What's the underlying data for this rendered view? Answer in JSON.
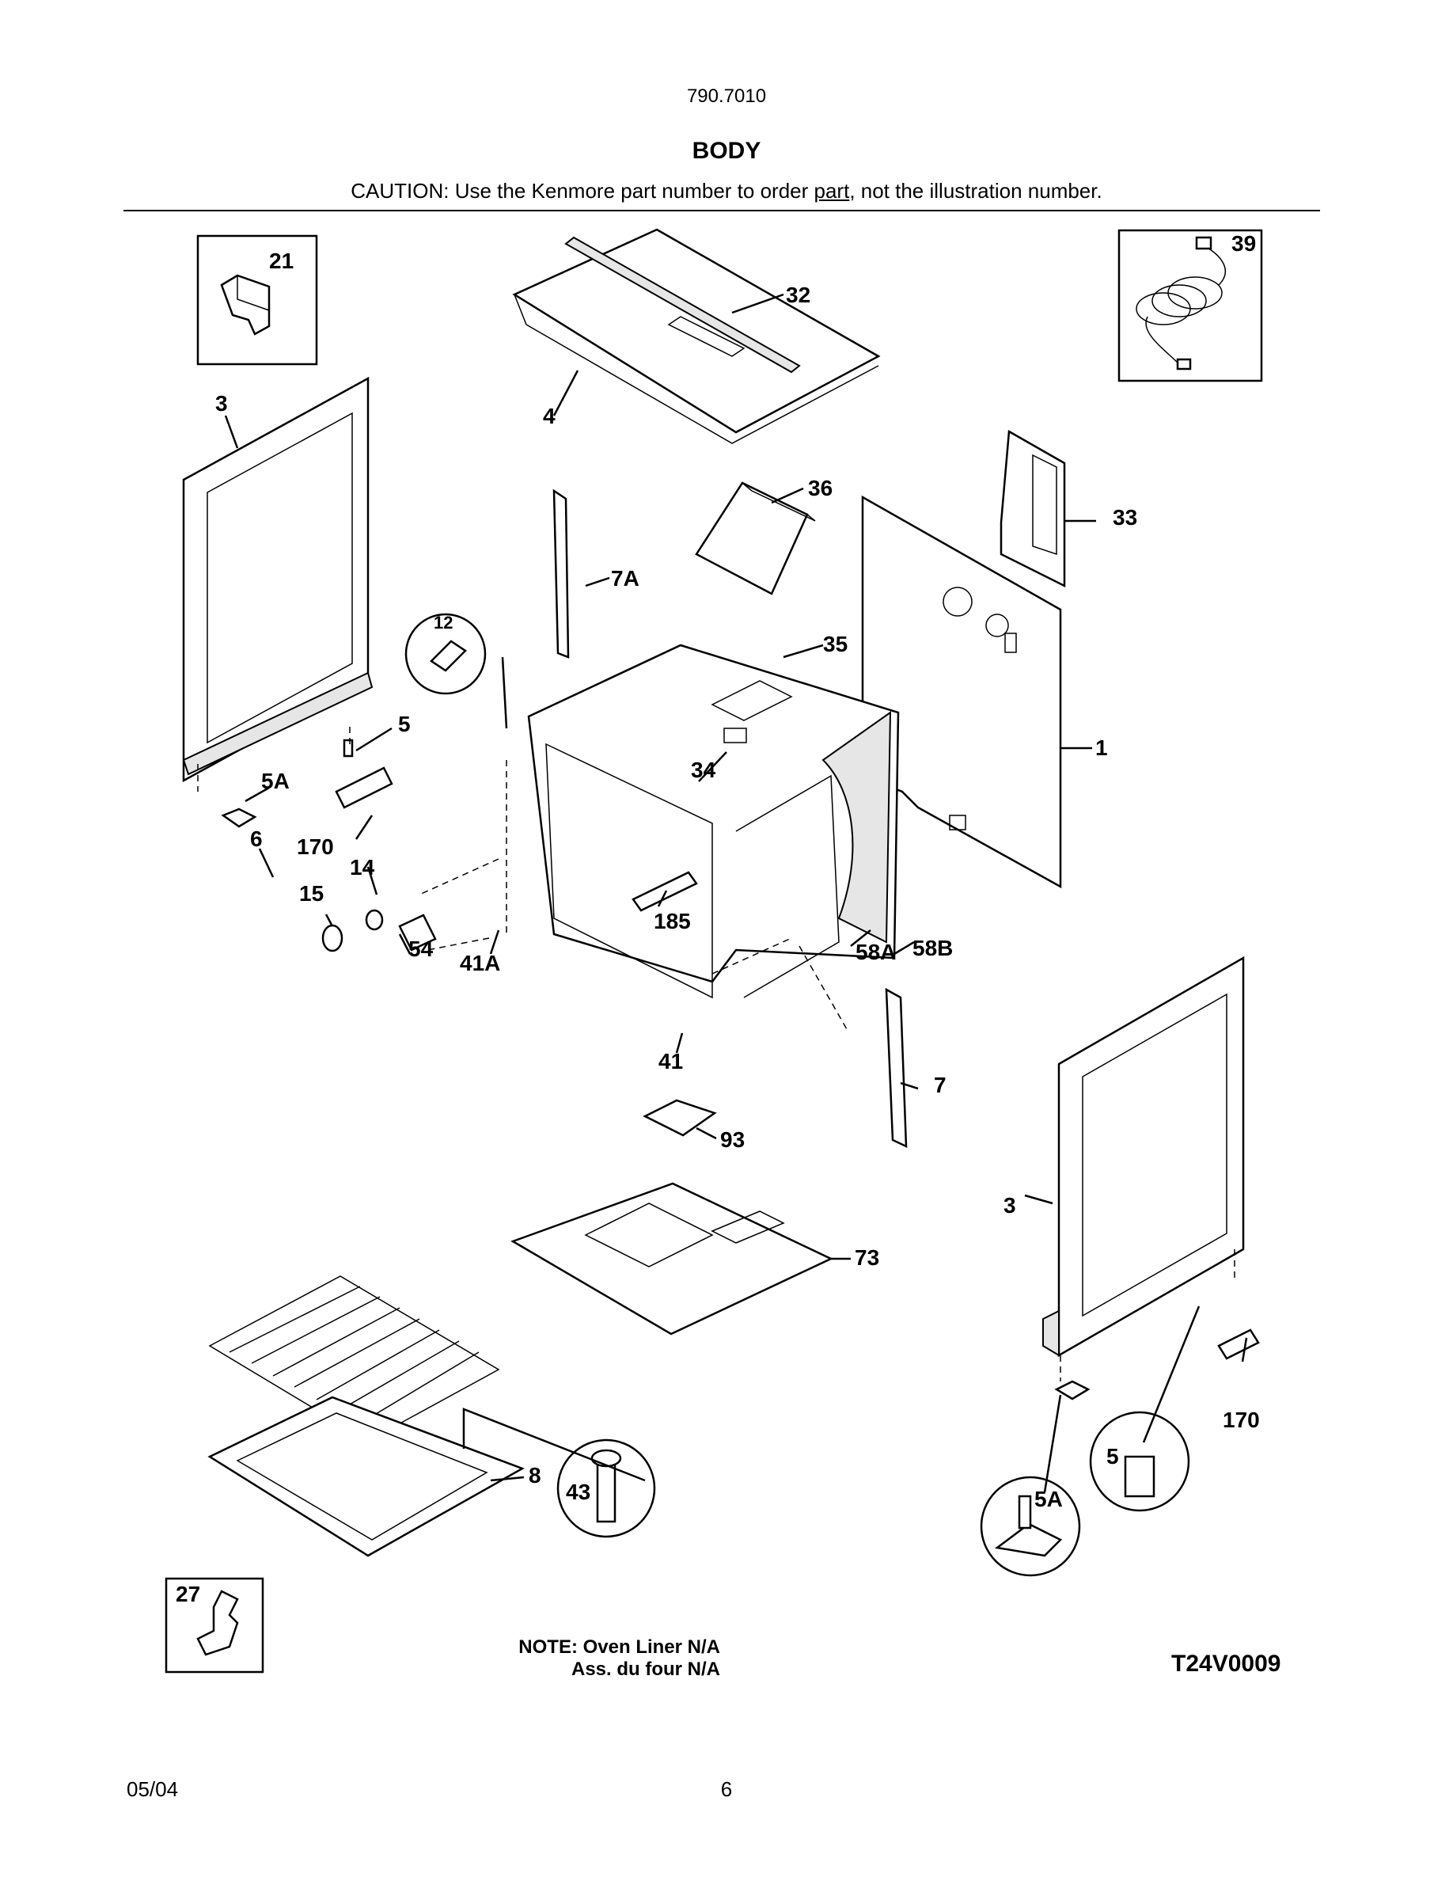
{
  "header": {
    "model_number": "790.7010",
    "title": "BODY",
    "caution_before": "CAUTION: Use the Kenmore part number to order ",
    "caution_underlined": "part",
    "caution_after": ", not the illustration number."
  },
  "callouts": {
    "c1": "1",
    "c3a": "3",
    "c3b": "3",
    "c4": "4",
    "c5a": "5",
    "c5b": "5",
    "c5Aa": "5A",
    "c5Ab": "5A",
    "c6": "6",
    "c7": "7",
    "c7A": "7A",
    "c8": "8",
    "c12": "12",
    "c14": "14",
    "c15": "15",
    "c21": "21",
    "c27": "27",
    "c32": "32",
    "c33": "33",
    "c34": "34",
    "c35": "35",
    "c36": "36",
    "c39": "39",
    "c41": "41",
    "c41A": "41A",
    "c43": "43",
    "c54": "54",
    "c58A": "58A",
    "c58B": "58B",
    "c73": "73",
    "c93": "93",
    "c170a": "170",
    "c170b": "170",
    "c185": "185"
  },
  "footer": {
    "note_line1": "NOTE: Oven Liner N/A",
    "note_line2": "Ass. du four N/A",
    "diagram_code": "T24V0009",
    "date": "05/04",
    "page_number": "6"
  }
}
